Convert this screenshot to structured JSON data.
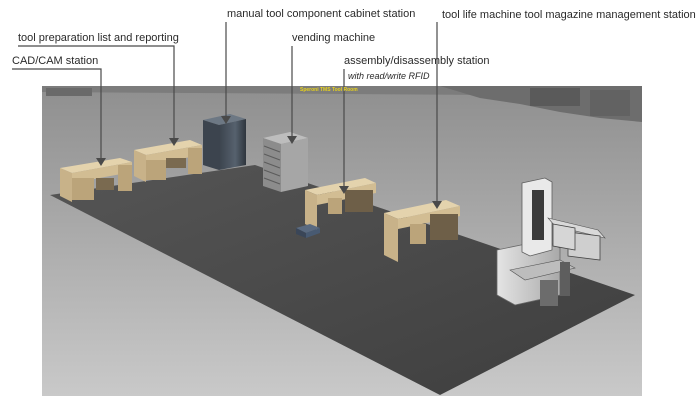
{
  "callouts": {
    "cadcam": "CAD/CAM station",
    "tool_prep": "tool preparation list and reporting",
    "manual_cabinet": "manual tool component cabinet station",
    "vending": "vending machine",
    "assembly": "assembly/disassembly station",
    "assembly_sub": "with read/write RFID",
    "tool_life": "tool life machine tool magazine management station"
  },
  "room_sign": "Speroni TMS Tool Room",
  "colors": {
    "floor": "#4a4a4a",
    "wall": "#9e9e9e",
    "desk": "#d4c09a",
    "cabinet": "#4a5460",
    "leader": "#4a4a4a"
  }
}
